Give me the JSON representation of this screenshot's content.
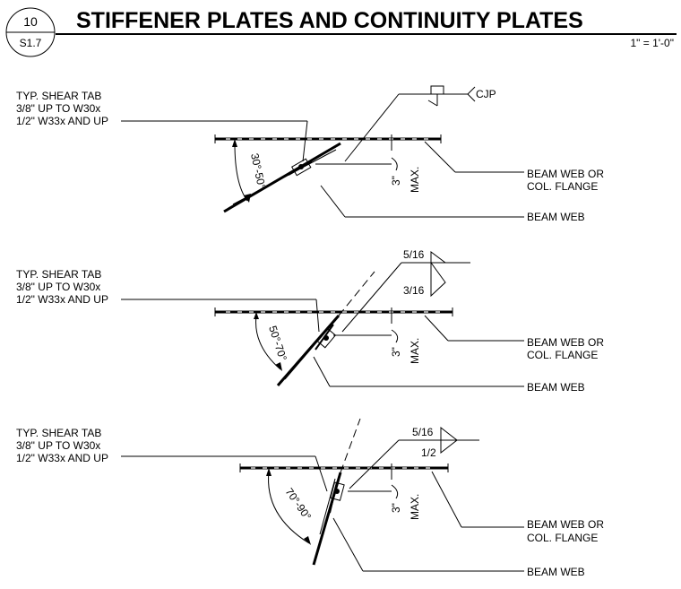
{
  "header": {
    "detail_number": "10",
    "sheet_number": "S1.7",
    "title": "STIFFENER PLATES AND CONTINUITY PLATES",
    "scale": "1\" = 1'-0\""
  },
  "details": [
    {
      "shear_tab_note": [
        "TYP. SHEAR TAB",
        "3/8\" UP TO W30x",
        "1/2\" W33x AND UP"
      ],
      "angle_label": "30°-50°",
      "weld_label": "CJP",
      "weld_top": "",
      "weld_bottom": "",
      "dim_value": "3\"",
      "dim_suffix": "MAX.",
      "callout_flange": [
        "BEAM WEB OR",
        "COL. FLANGE"
      ],
      "callout_web": "BEAM WEB"
    },
    {
      "shear_tab_note": [
        "TYP. SHEAR TAB",
        "3/8\" UP TO W30x",
        "1/2\" W33x AND UP"
      ],
      "angle_label": "50°-70°",
      "weld_label": "",
      "weld_top": "5/16",
      "weld_bottom": "3/16",
      "dim_value": "3\"",
      "dim_suffix": "MAX.",
      "callout_flange": [
        "BEAM WEB OR",
        "COL. FLANGE"
      ],
      "callout_web": "BEAM WEB"
    },
    {
      "shear_tab_note": [
        "TYP. SHEAR TAB",
        "3/8\" UP TO W30x",
        "1/2\" W33x AND UP"
      ],
      "angle_label": "70°-90°",
      "weld_label": "",
      "weld_top": "5/16",
      "weld_bottom": "1/2",
      "dim_value": "3\"",
      "dim_suffix": "MAX.",
      "callout_flange": [
        "BEAM WEB OR",
        "COL. FLANGE"
      ],
      "callout_web": "BEAM WEB"
    }
  ]
}
